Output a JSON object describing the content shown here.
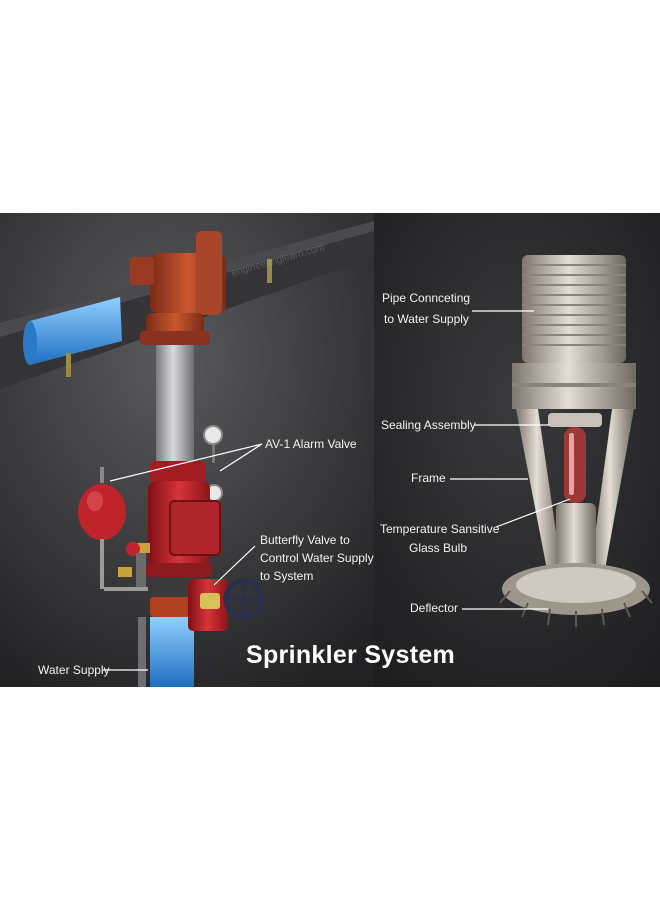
{
  "title": "Sprinkler System",
  "watermark": "engineeringlearn.com",
  "labels": {
    "alarm_valve": "AV-1 Alarm Valve",
    "butterfly_line1": "Butterfly Valve to",
    "butterfly_line2": "Control Water Supply",
    "butterfly_line3": "to System",
    "water_supply": "Water Supply",
    "pipe_line1": "Pipe Connceting",
    "pipe_line2": "to Water Supply",
    "sealing": "Sealing Assembly",
    "frame": "Frame",
    "bulb_line1": "Temperature Sansitive",
    "bulb_line2": "Glass Bulb",
    "deflector": "Deflector"
  },
  "colors": {
    "left_panel_bg": "#2e2e30",
    "right_panel_bg": "#262628",
    "pipe": "#3a3a3d",
    "valve_red": "#c0242a",
    "fitting_orange": "#b5462a",
    "water_blue": "#3f8fd6",
    "metal": "#b9b2a7"
  }
}
